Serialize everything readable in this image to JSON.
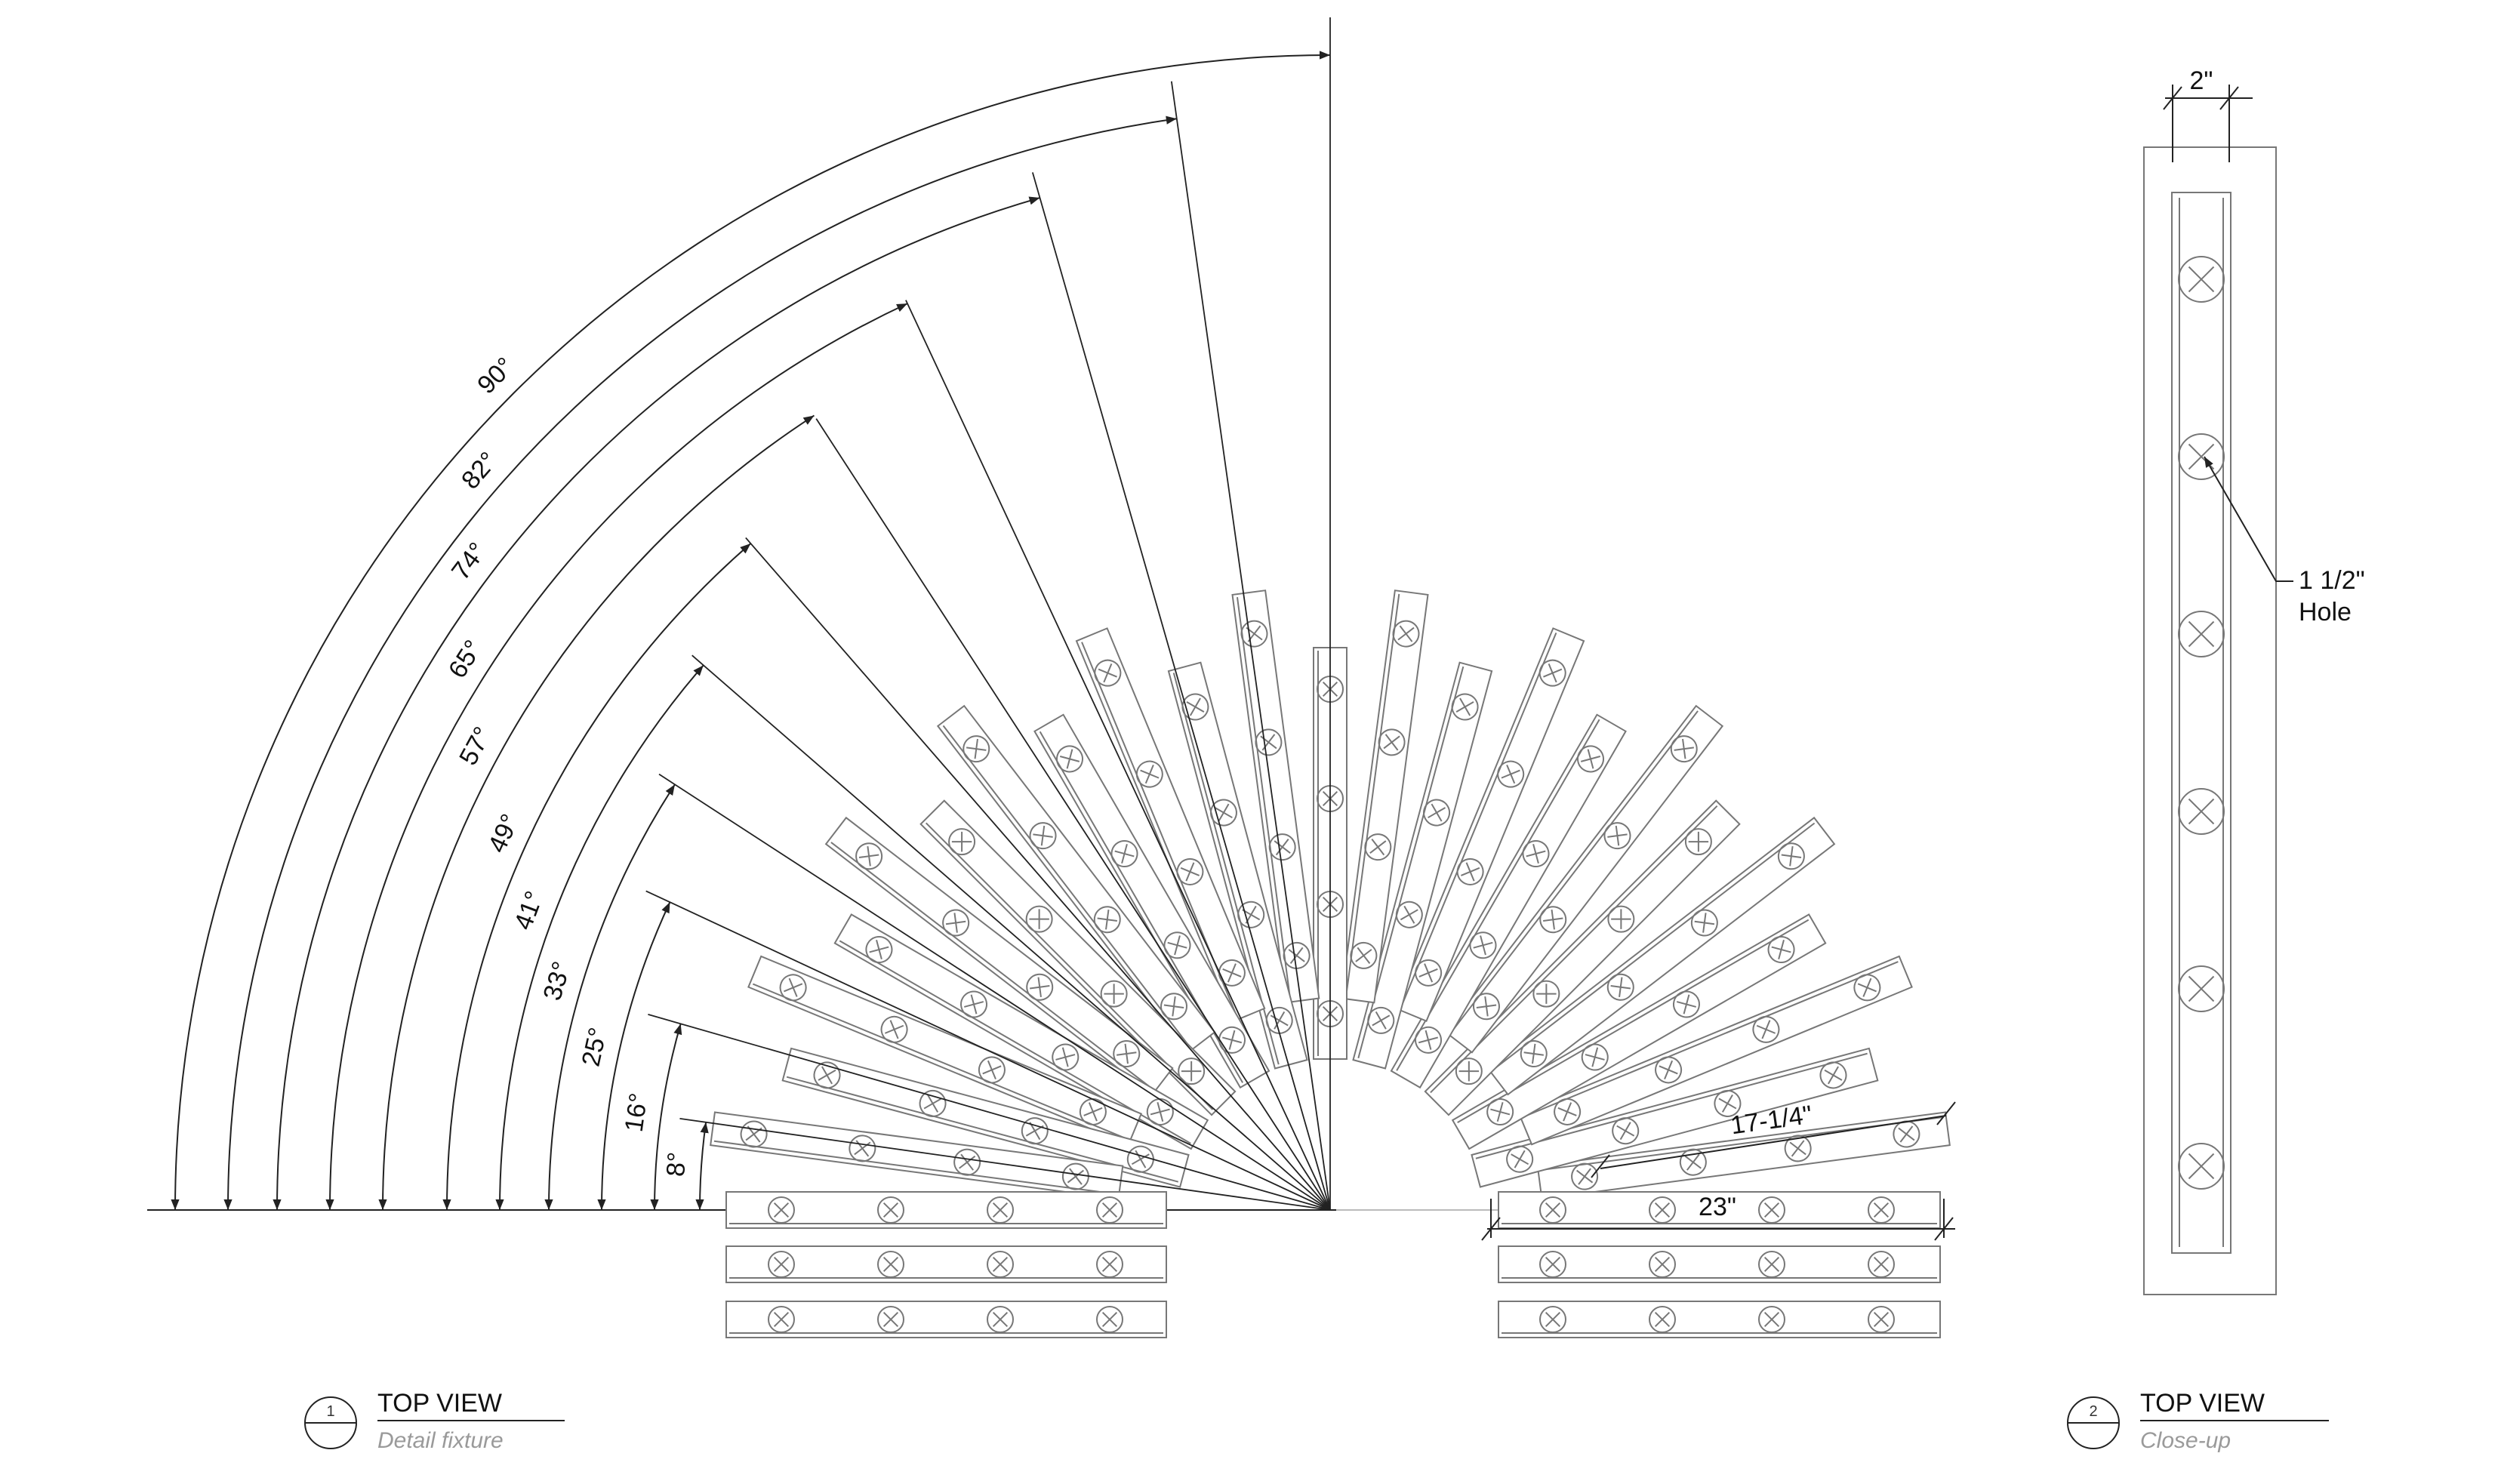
{
  "colors": {
    "line": "#222222",
    "board_outline": "#777777",
    "subtitle": "#9a9a9a",
    "background": "#ffffff"
  },
  "angle_labels": [
    "8°",
    "16°",
    "25°",
    "33°",
    "41°",
    "49°",
    "57°",
    "65°",
    "74°",
    "82°",
    "90°"
  ],
  "angles_deg": [
    8,
    16,
    25,
    33,
    41,
    49,
    57,
    65,
    74,
    82,
    90
  ],
  "dimensions": {
    "board_length": "23\"",
    "inner_board_length": "17-1/4\"",
    "board_width": "2\"",
    "hole_callout_line1": "1 1/2\"",
    "hole_callout_line2": "Hole"
  },
  "views": [
    {
      "number": "1",
      "title": "TOP VIEW",
      "subtitle": "Detail fixture"
    },
    {
      "number": "2",
      "title": "TOP VIEW",
      "subtitle": "Close-up"
    }
  ]
}
